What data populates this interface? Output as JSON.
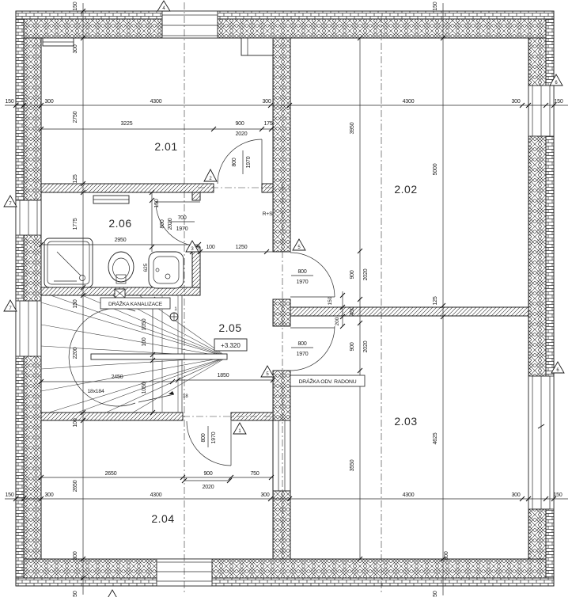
{
  "rooms": {
    "r201": "2.01",
    "r202": "2.02",
    "r203": "2.03",
    "r204": "2.04",
    "r205": "2.05",
    "r206": "2.06"
  },
  "annotations": {
    "level": "+3.320",
    "kanalizace": "DRÁŽKA KANALIZACE",
    "radon": "DRÁŽKA ODV. RADONU",
    "rs": "R+S",
    "stair_formula": "18x184",
    "stair_number": "18",
    "ref_point": "1"
  },
  "markers": {
    "m1": "1",
    "m2": "2",
    "m3": "3",
    "m4": "4",
    "m5": "5",
    "m6": "6",
    "m7": "7"
  },
  "dims": {
    "d100": "100",
    "d125": "125",
    "d150": "150",
    "d175": "175",
    "d200": "200",
    "d300": "300",
    "d450": "450",
    "d625": "625",
    "d700": "700",
    "d750": "750",
    "d800": "800",
    "d900": "900",
    "d1050": "1050",
    "d1250": "1250",
    "d1775": "1775",
    "d1850": "1850",
    "d1970": "1970",
    "d2020": "2020",
    "d2200": "2200",
    "d2450": "2450",
    "d2650": "2650",
    "d2750": "2750",
    "d2950": "2950",
    "d3225": "3225",
    "d3550": "3550",
    "d3950": "3950",
    "d4300": "4300",
    "d4625": "4625",
    "d5000": "5000"
  }
}
